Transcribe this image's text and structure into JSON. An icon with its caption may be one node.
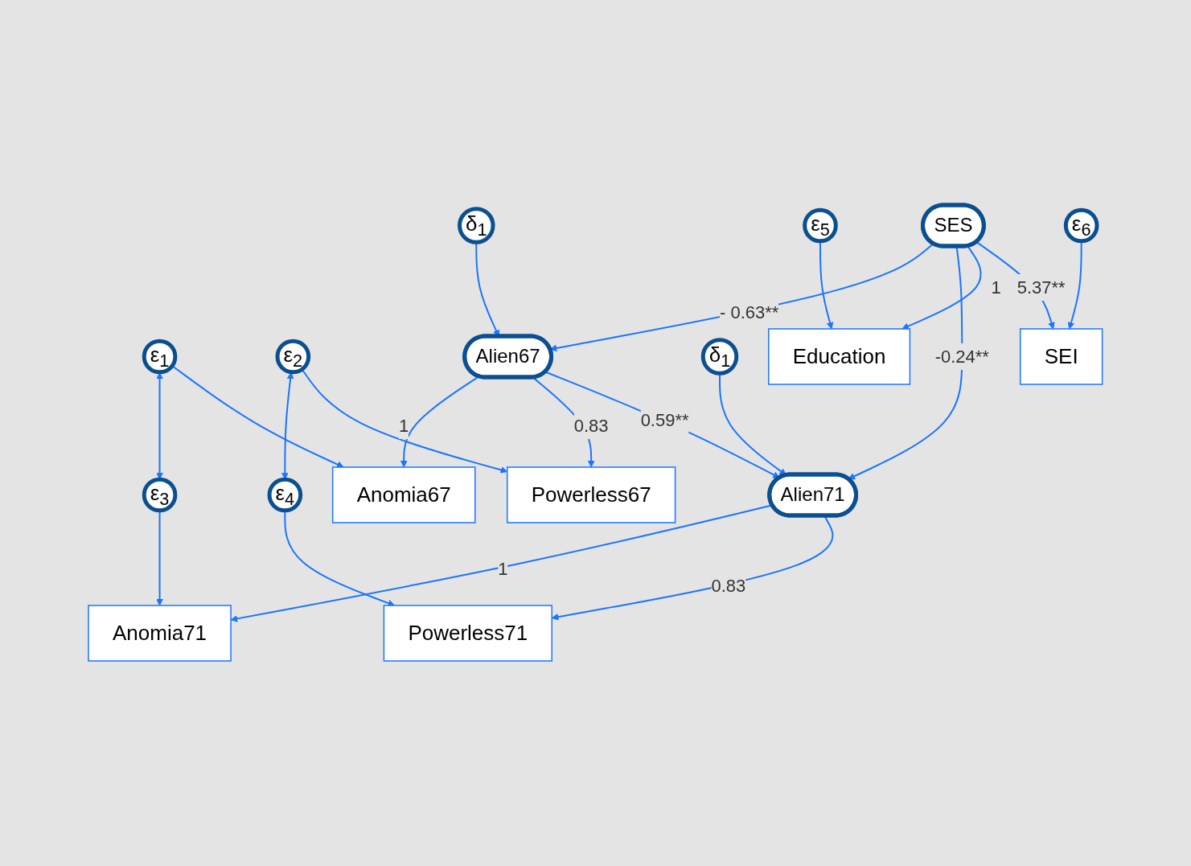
{
  "diagram": {
    "nodes": [
      {
        "text": [
          "ε$_{1}$"
        ]
      },
      {
        "text": [
          "ε$_{2}$"
        ]
      },
      {
        "text": [
          "ε$_{3}$"
        ]
      },
      {
        "text": [
          "ε$_{4}$"
        ]
      },
      {
        "text": [
          "Anomia67"
        ]
      },
      {
        "text": [
          "Powerless67"
        ]
      },
      {
        "text": [
          "Anomia71"
        ]
      },
      {
        "text": [
          "Powerless71"
        ]
      },
      {
        "text": [
          "δ$_{1}$"
        ]
      },
      {
        "text": [
          "Alien67"
        ]
      },
      {
        "text": [
          "Alien71"
        ]
      },
      {
        "text": [
          "δ$_{1}$"
        ]
      },
      {
        "text": [
          "SES"
        ]
      },
      {
        "text": [
          "ε$_{5}$"
        ]
      },
      {
        "text": [
          "Education"
        ]
      },
      {
        "text": [
          "SEI"
        ]
      },
      {
        "text": [
          "ε$_{6}$"
        ]
      }
    ],
    "edges": [
      {
        "from": 0,
        "to": 2,
        "arrow": "both"
      },
      {
        "from": 1,
        "to": 3,
        "arrow": "both"
      },
      {
        "from": 0,
        "to": 4,
        "arrow": "to"
      },
      {
        "from": 1,
        "to": 5,
        "arrow": "to"
      },
      {
        "from": 2,
        "to": 6,
        "arrow": "to"
      },
      {
        "from": 3,
        "to": 7,
        "arrow": "to"
      },
      {
        "from": 9,
        "to": 4,
        "arrow": "to",
        "label": "1"
      },
      {
        "from": 9,
        "to": 5,
        "arrow": "to",
        "label": "0.83"
      },
      {
        "from": 10,
        "to": 6,
        "arrow": "to",
        "label": "1"
      },
      {
        "from": 10,
        "to": 7,
        "arrow": "to",
        "label": "0.83"
      },
      {
        "from": 8,
        "to": 9,
        "arrow": "to"
      },
      {
        "from": 9,
        "to": 10,
        "arrow": "to",
        "label": "0.59**"
      },
      {
        "from": 11,
        "to": 10,
        "arrow": "to"
      },
      {
        "from": 12,
        "to": 9,
        "arrow": "to",
        "label": "- 0.63**"
      },
      {
        "from": 12,
        "to": 10,
        "arrow": "to",
        "label": "-0.24**"
      },
      {
        "from": 12,
        "to": 14,
        "arrow": "to",
        "label": "1"
      },
      {
        "from": 12,
        "to": 15,
        "arrow": "to",
        "label": "5.37**"
      },
      {
        "from": 13,
        "to": 14,
        "arrow": "to"
      },
      {
        "from": 16,
        "to": 15,
        "arrow": "to"
      }
    ]
  }
}
